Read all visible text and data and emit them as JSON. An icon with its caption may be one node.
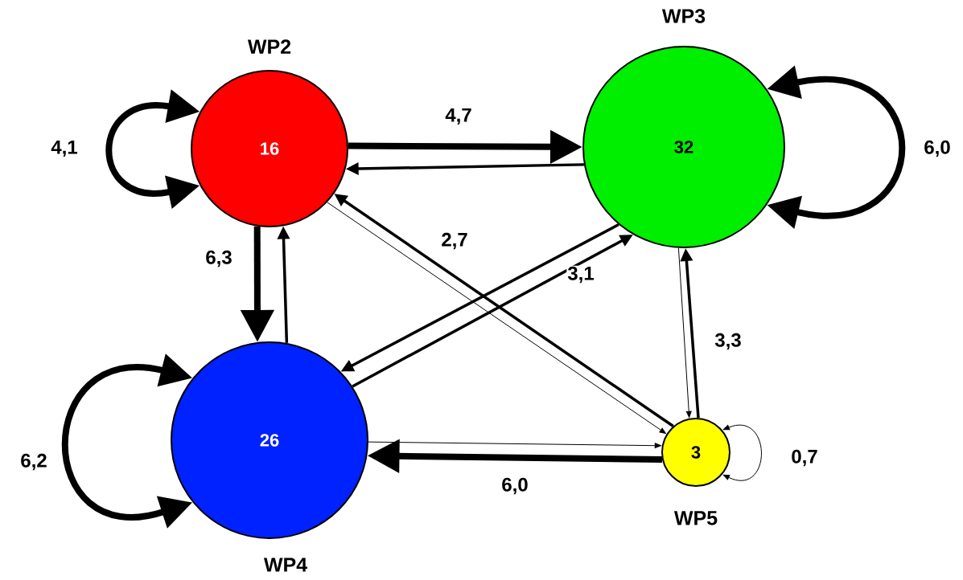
{
  "diagram": {
    "nodes": [
      {
        "text": [
          "WP2",
          "16"
        ]
      },
      {
        "text": [
          "WP3",
          "32"
        ]
      },
      {
        "text": [
          "26",
          "WP4"
        ]
      },
      {
        "text": [
          "3",
          "WP5"
        ]
      }
    ],
    "edges": [
      {
        "from": 0,
        "to": 0,
        "arrow": "both",
        "label": "4,1",
        "style": "thick"
      },
      {
        "from": 0,
        "to": 1,
        "arrow": "to",
        "label": "4,7",
        "style": "thick"
      },
      {
        "from": 1,
        "to": 0,
        "arrow": "to"
      },
      {
        "from": 0,
        "to": 2,
        "arrow": "to",
        "label": "6,3",
        "style": "thick"
      },
      {
        "from": 2,
        "to": 0,
        "arrow": "to"
      },
      {
        "from": 1,
        "to": 1,
        "arrow": "both",
        "label": "6,0",
        "style": "thick"
      },
      {
        "from": 1,
        "to": 2,
        "arrow": "to"
      },
      {
        "from": 2,
        "to": 1,
        "arrow": "to",
        "label": "3,1"
      },
      {
        "from": 0,
        "to": 3,
        "arrow": "to"
      },
      {
        "from": 3,
        "to": 0,
        "arrow": "to",
        "label": "2,7"
      },
      {
        "from": 1,
        "to": 3,
        "arrow": "to"
      },
      {
        "from": 3,
        "to": 1,
        "arrow": "to",
        "label": "3,3"
      },
      {
        "from": 2,
        "to": 3,
        "arrow": "to"
      },
      {
        "from": 3,
        "to": 2,
        "arrow": "to",
        "label": "6,0",
        "style": "thick"
      },
      {
        "from": 2,
        "to": 2,
        "arrow": "both",
        "label": "6,2",
        "style": "thick"
      },
      {
        "from": 3,
        "to": 3,
        "arrow": "both",
        "label": "0,7"
      }
    ]
  }
}
